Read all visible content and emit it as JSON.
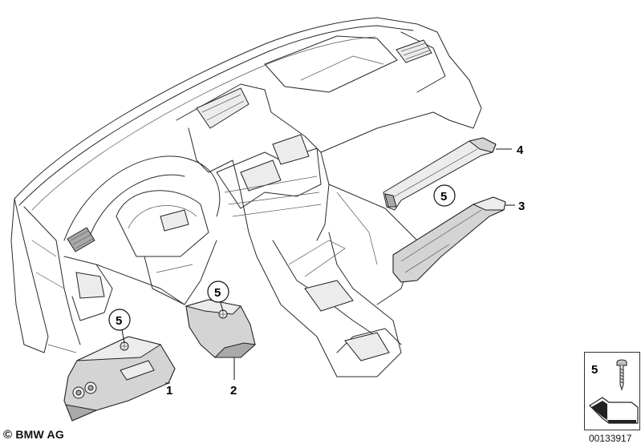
{
  "callouts": [
    {
      "id": "part-1",
      "label": "1"
    },
    {
      "id": "part-2",
      "label": "2"
    },
    {
      "id": "part-3",
      "label": "3"
    },
    {
      "id": "part-4",
      "label": "4"
    },
    {
      "id": "screw-ref-a",
      "label": "5"
    },
    {
      "id": "screw-ref-b",
      "label": "5"
    },
    {
      "id": "screw-ref-c",
      "label": "5"
    }
  ],
  "legend": {
    "item_label": "5",
    "item_icon": "screw-icon",
    "direction_icon": "arrow-icon"
  },
  "footer": {
    "copyright_symbol": "©",
    "brand": "BMW AG",
    "document_number": "00133917"
  }
}
